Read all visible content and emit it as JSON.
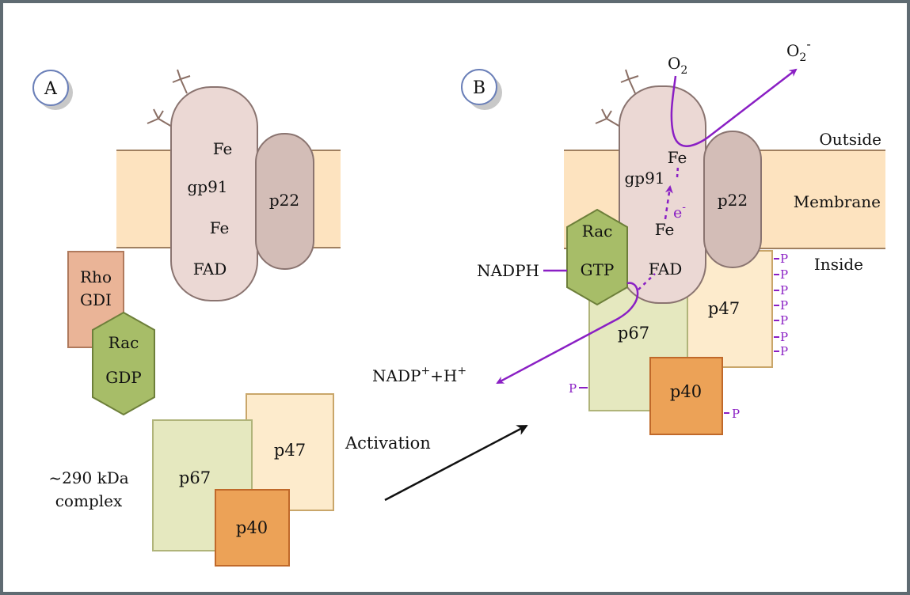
{
  "colors": {
    "membrane": "#fde3bf",
    "membrane_edge": "#a08060",
    "gp91": "#ebd8d4",
    "p22": "#d3bdb7",
    "rhogdi": "#eab497",
    "rac": "#a7bd68",
    "p67": "#e5e8bf",
    "p47": "#fdebcc",
    "p40": "#eca257",
    "electron_path": "#8a1fc4",
    "frame": "#5f6b72"
  },
  "panel_a": {
    "badge": "A",
    "gp91": {
      "fe_top": "Fe",
      "name": "gp91",
      "fe_bottom": "Fe",
      "fad": "FAD"
    },
    "p22": "p22",
    "rhogdi": {
      "line1": "Rho",
      "line2": "GDI"
    },
    "rac": {
      "line1": "Rac",
      "line2": "GDP"
    },
    "p67": "p67",
    "p47": "p47",
    "p40": "p40",
    "complex_label": {
      "line1": "~290 kDa",
      "line2": "complex"
    },
    "activation": "Activation"
  },
  "panel_b": {
    "badge": "B",
    "o2": {
      "base": "O",
      "sub": "2"
    },
    "superoxide": {
      "base": "O",
      "sub": "2",
      "sup": "-"
    },
    "outside": "Outside",
    "membrane": "Membrane",
    "inside": "Inside",
    "gp91": {
      "fe_top": "Fe",
      "name": "gp91",
      "fe_bottom": "Fe",
      "fad": "FAD"
    },
    "electron": {
      "base": "e",
      "sup": "-"
    },
    "p22": "p22",
    "rac": {
      "line1": "Rac",
      "line2": "GTP"
    },
    "nadph": "NADPH",
    "nadp": {
      "a": "NADP",
      "a_sup": "+",
      "b": "+H",
      "b_sup": "+"
    },
    "p67": "p67",
    "p47": "p47",
    "p40": "p40",
    "phospho": "P"
  }
}
